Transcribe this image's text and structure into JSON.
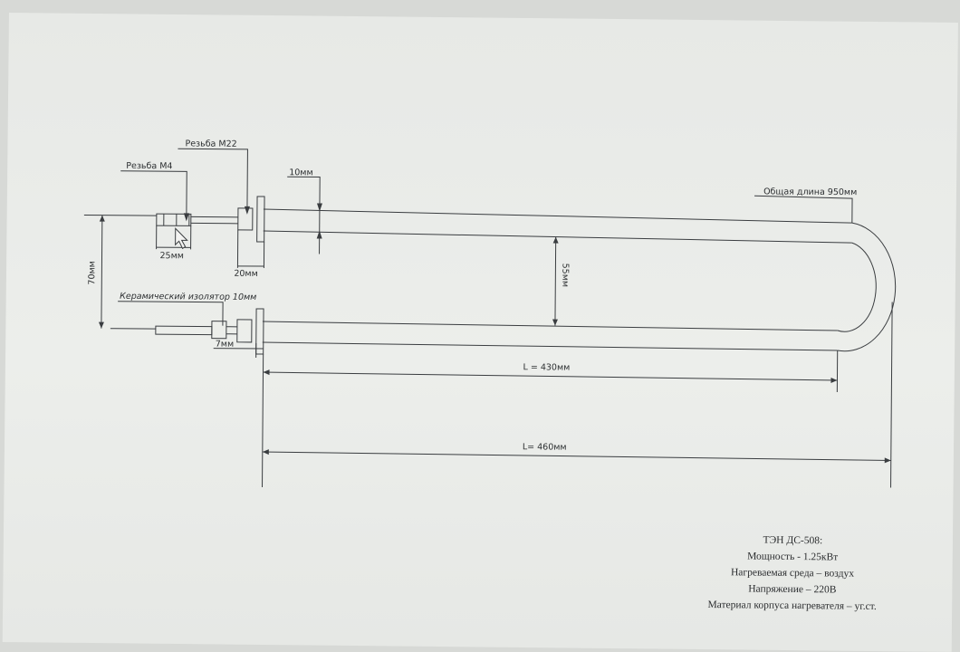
{
  "labels": {
    "thread_m4": "Резьба М4",
    "thread_m22": "Резьба М22",
    "dim_10": "10мм",
    "dim_25": "25мм",
    "dim_20": "20мм",
    "dim_70": "70мм",
    "dim_55": "55мм",
    "ceramic_insulator": "Керамический изолятор 10мм",
    "dim_7": "7мм",
    "total_length": "Общая длина 950мм",
    "l_430": "L = 430мм",
    "l_460": "L= 460мм"
  },
  "specs": {
    "title": "ТЭН ДС-508:",
    "power": "Мощность - 1.25кВт",
    "medium": "Нагреваемая среда – воздух",
    "voltage": "Напряжение – 220В",
    "material": "Материал корпуса нагревателя – уг.ст."
  },
  "colors": {
    "paper": "#eceeeb",
    "line": "#3a3d40"
  }
}
